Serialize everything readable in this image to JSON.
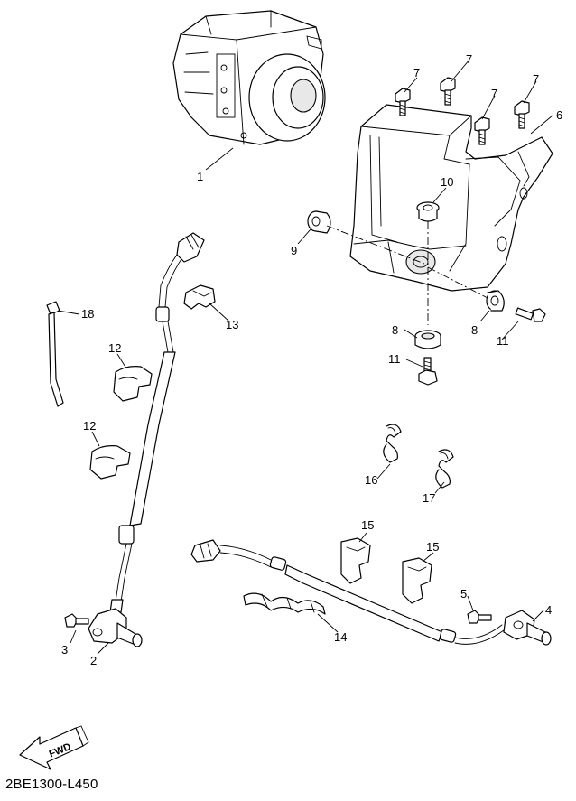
{
  "drawing_code": "2BE1300-L450",
  "fwd_label": "FWD",
  "callouts": [
    {
      "id": "c1",
      "text": "1"
    },
    {
      "id": "c2",
      "text": "2"
    },
    {
      "id": "c3",
      "text": "3"
    },
    {
      "id": "c4",
      "text": "4"
    },
    {
      "id": "c5",
      "text": "5"
    },
    {
      "id": "c6",
      "text": "6"
    },
    {
      "id": "c7a",
      "text": "7"
    },
    {
      "id": "c7b",
      "text": "7"
    },
    {
      "id": "c7c",
      "text": "7"
    },
    {
      "id": "c7d",
      "text": "7"
    },
    {
      "id": "c8a",
      "text": "8"
    },
    {
      "id": "c8b",
      "text": "8"
    },
    {
      "id": "c9",
      "text": "9"
    },
    {
      "id": "c10",
      "text": "10"
    },
    {
      "id": "c11a",
      "text": "11"
    },
    {
      "id": "c11b",
      "text": "11"
    },
    {
      "id": "c12a",
      "text": "12"
    },
    {
      "id": "c12b",
      "text": "12"
    },
    {
      "id": "c13",
      "text": "13"
    },
    {
      "id": "c14",
      "text": "14"
    },
    {
      "id": "c15a",
      "text": "15"
    },
    {
      "id": "c15b",
      "text": "15"
    },
    {
      "id": "c16",
      "text": "16"
    },
    {
      "id": "c17",
      "text": "17"
    },
    {
      "id": "c18",
      "text": "18"
    }
  ]
}
